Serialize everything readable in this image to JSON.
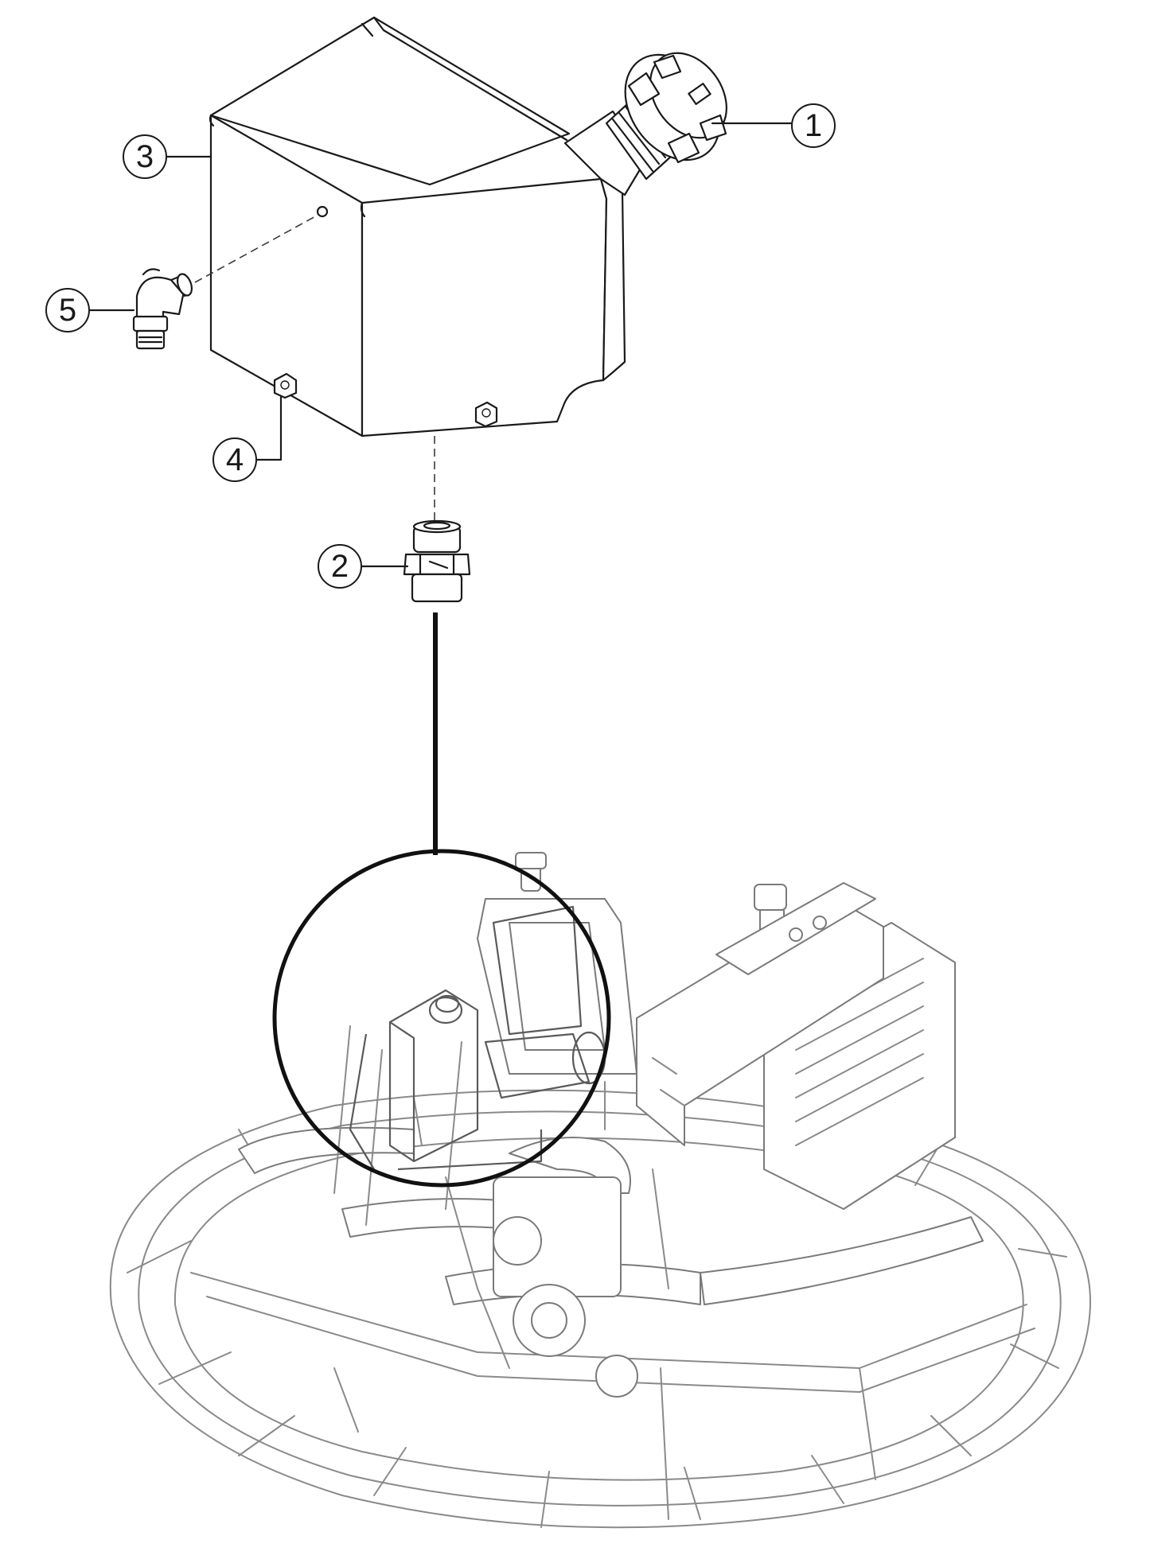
{
  "callouts": [
    {
      "label": "1"
    },
    {
      "label": "2"
    },
    {
      "label": "3"
    },
    {
      "label": "4"
    },
    {
      "label": "5"
    }
  ],
  "colors": {
    "line": "#1a1a1a",
    "machine_line": "#8a8a8a",
    "background": "#ffffff"
  }
}
